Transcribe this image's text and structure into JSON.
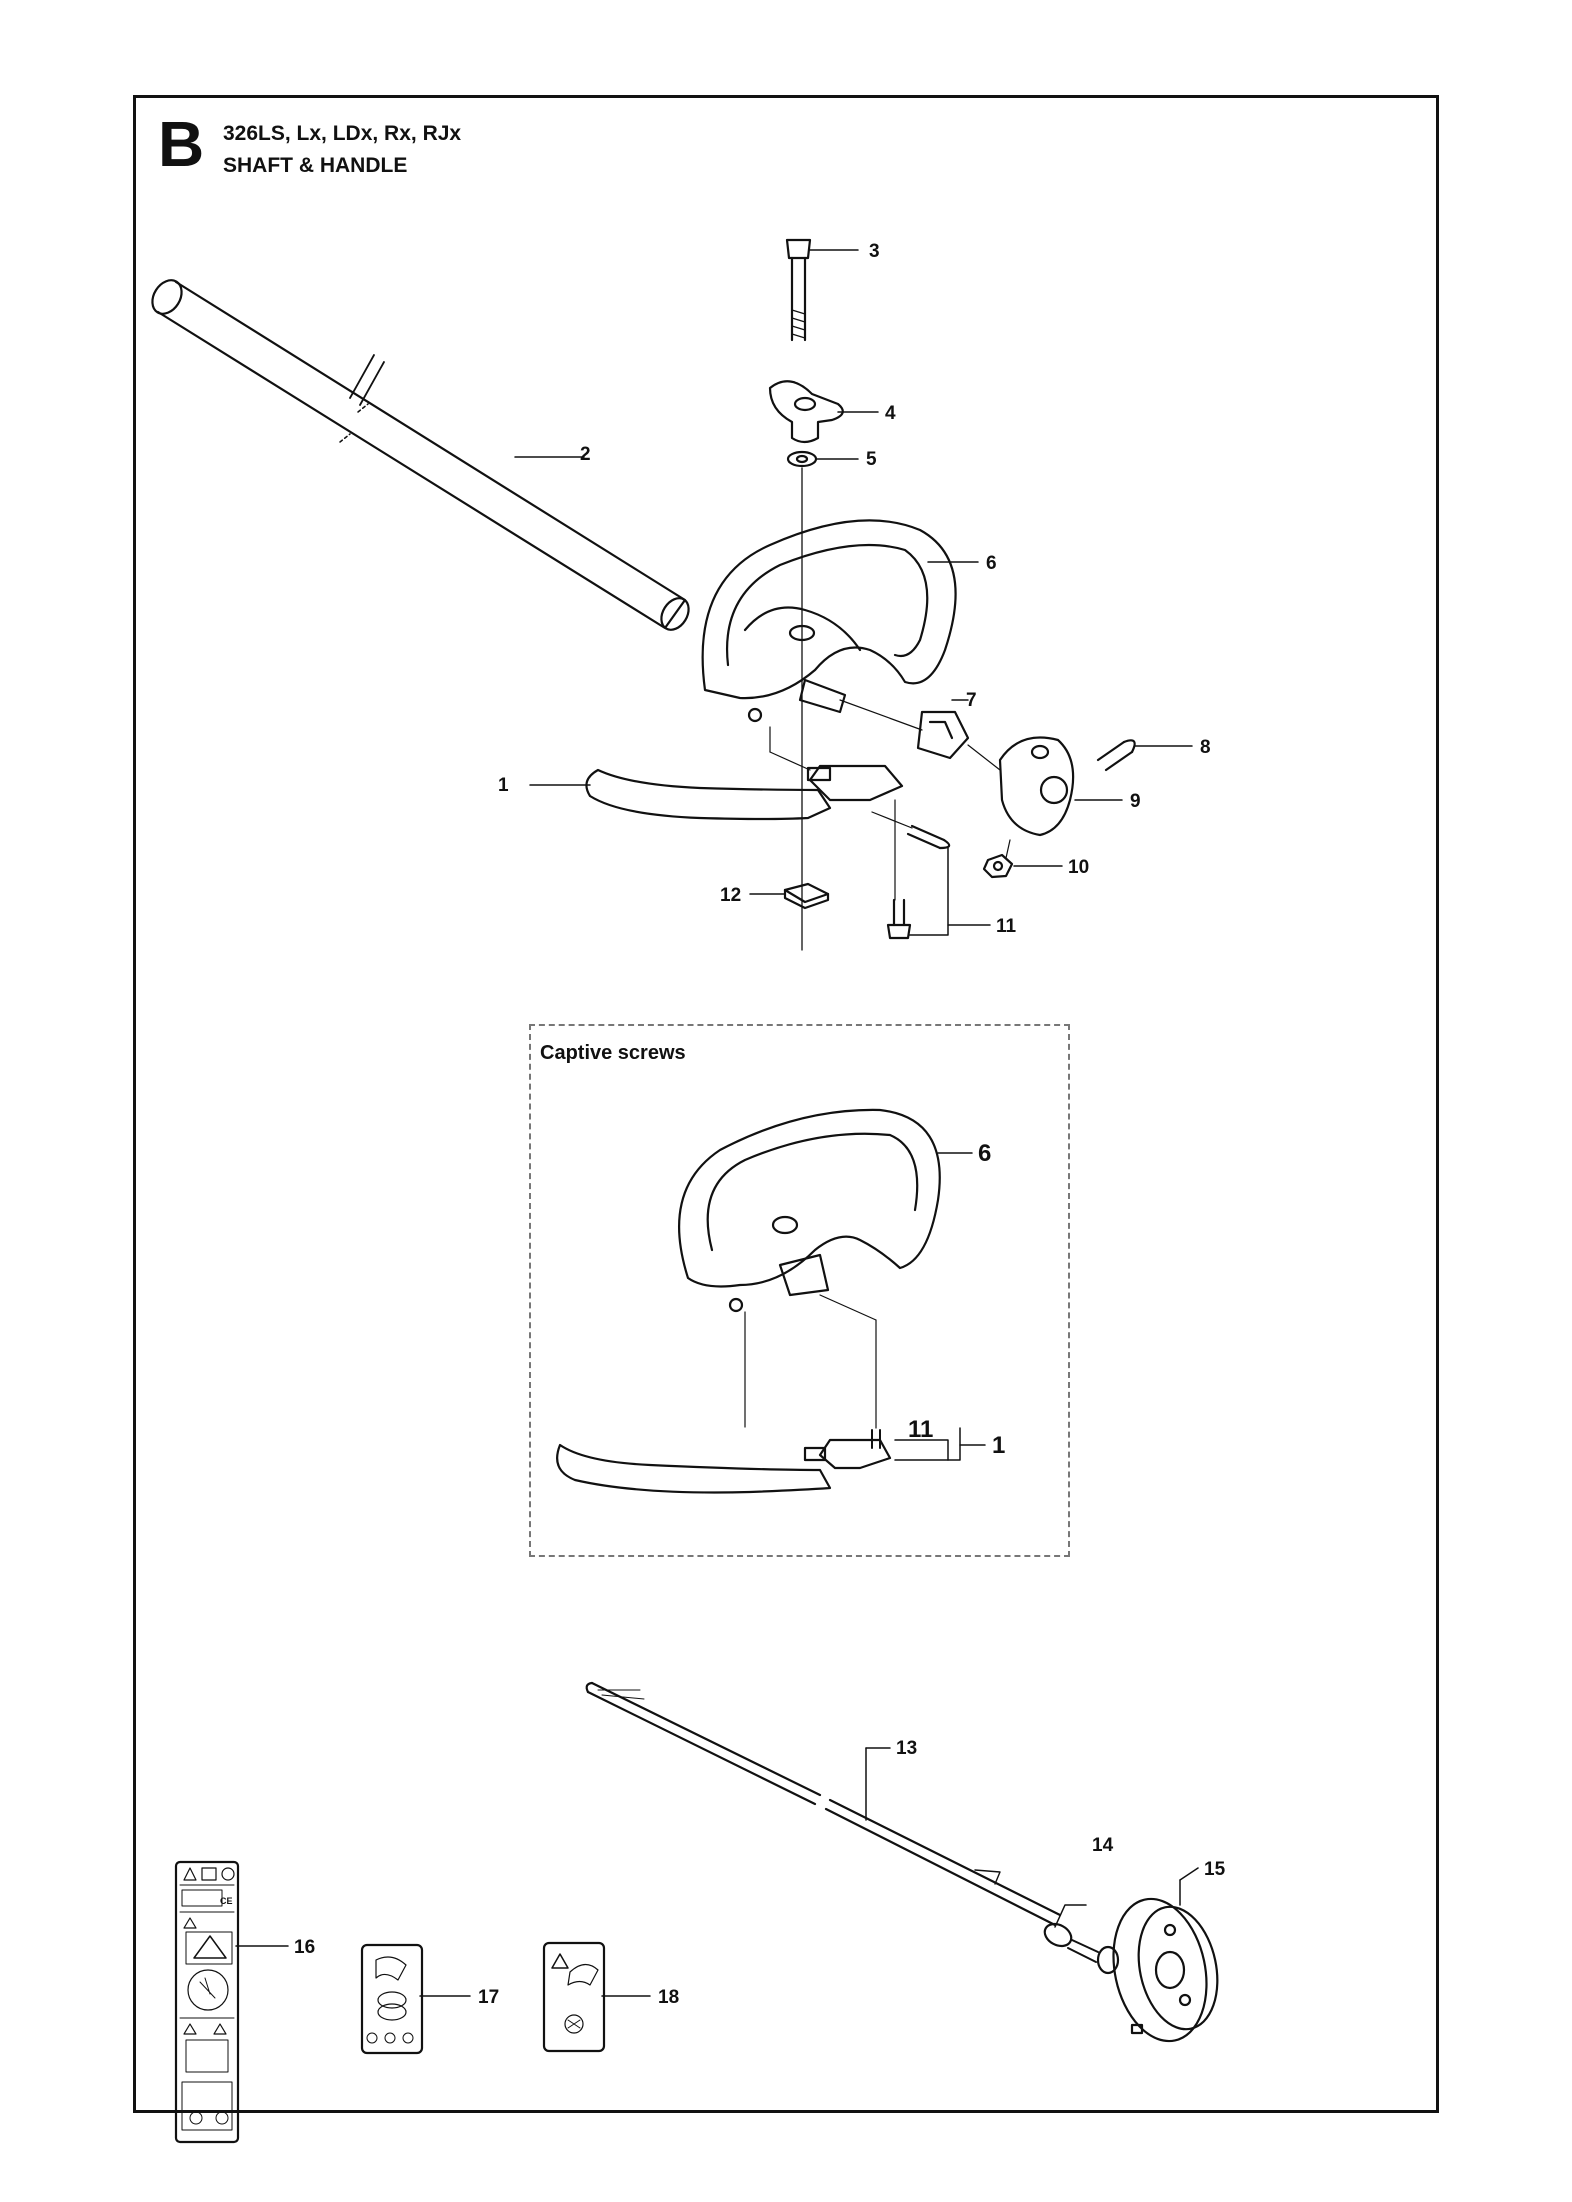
{
  "header": {
    "section_letter": "B",
    "models": "326LS, Lx, LDx, Rx, RJx",
    "title": "SHAFT & HANDLE"
  },
  "inset": {
    "title": "Captive screws"
  },
  "callouts": {
    "c1": "1",
    "c2": "2",
    "c3": "3",
    "c4": "4",
    "c5": "5",
    "c6": "6",
    "c7": "7",
    "c8": "8",
    "c9": "9",
    "c10": "10",
    "c11": "11",
    "c12": "12",
    "c13": "13",
    "c14": "14",
    "c15": "15",
    "c16": "16",
    "c17": "17",
    "c18": "18",
    "inset_6": "6",
    "inset_11": "11",
    "inset_1": "1"
  },
  "decal_16_text": "CE"
}
